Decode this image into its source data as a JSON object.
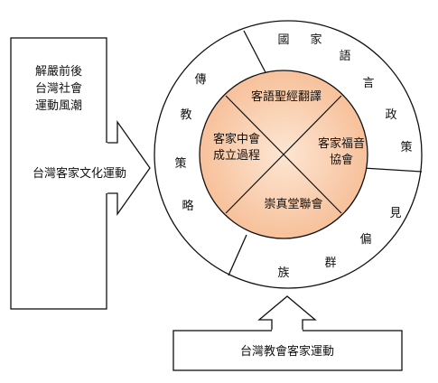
{
  "left_box": {
    "heading_lines": [
      "解嚴前後",
      "台灣社會",
      "運動風潮"
    ],
    "main_label": "台灣客家文化運動"
  },
  "bottom_box": {
    "label": "台灣教會客家運動"
  },
  "inner_circle": {
    "top": "客語聖經翻譯",
    "left_lines": [
      "客家中會",
      "成立過程"
    ],
    "right_lines": [
      "客家福音",
      "協會"
    ],
    "bottom": "崇真堂聯會"
  },
  "outer_ring": {
    "left_chars": [
      "傳",
      "教",
      "策",
      "略"
    ],
    "top_right_chars": [
      "國",
      "家",
      "語",
      "言",
      "政",
      "策"
    ],
    "bottom_right_chars": [
      "見",
      "偏",
      "群",
      "族"
    ]
  },
  "colors": {
    "inner_fill": "#f8c9a5",
    "inner_fill_center": "#fde6d3",
    "stroke": "#111111"
  }
}
